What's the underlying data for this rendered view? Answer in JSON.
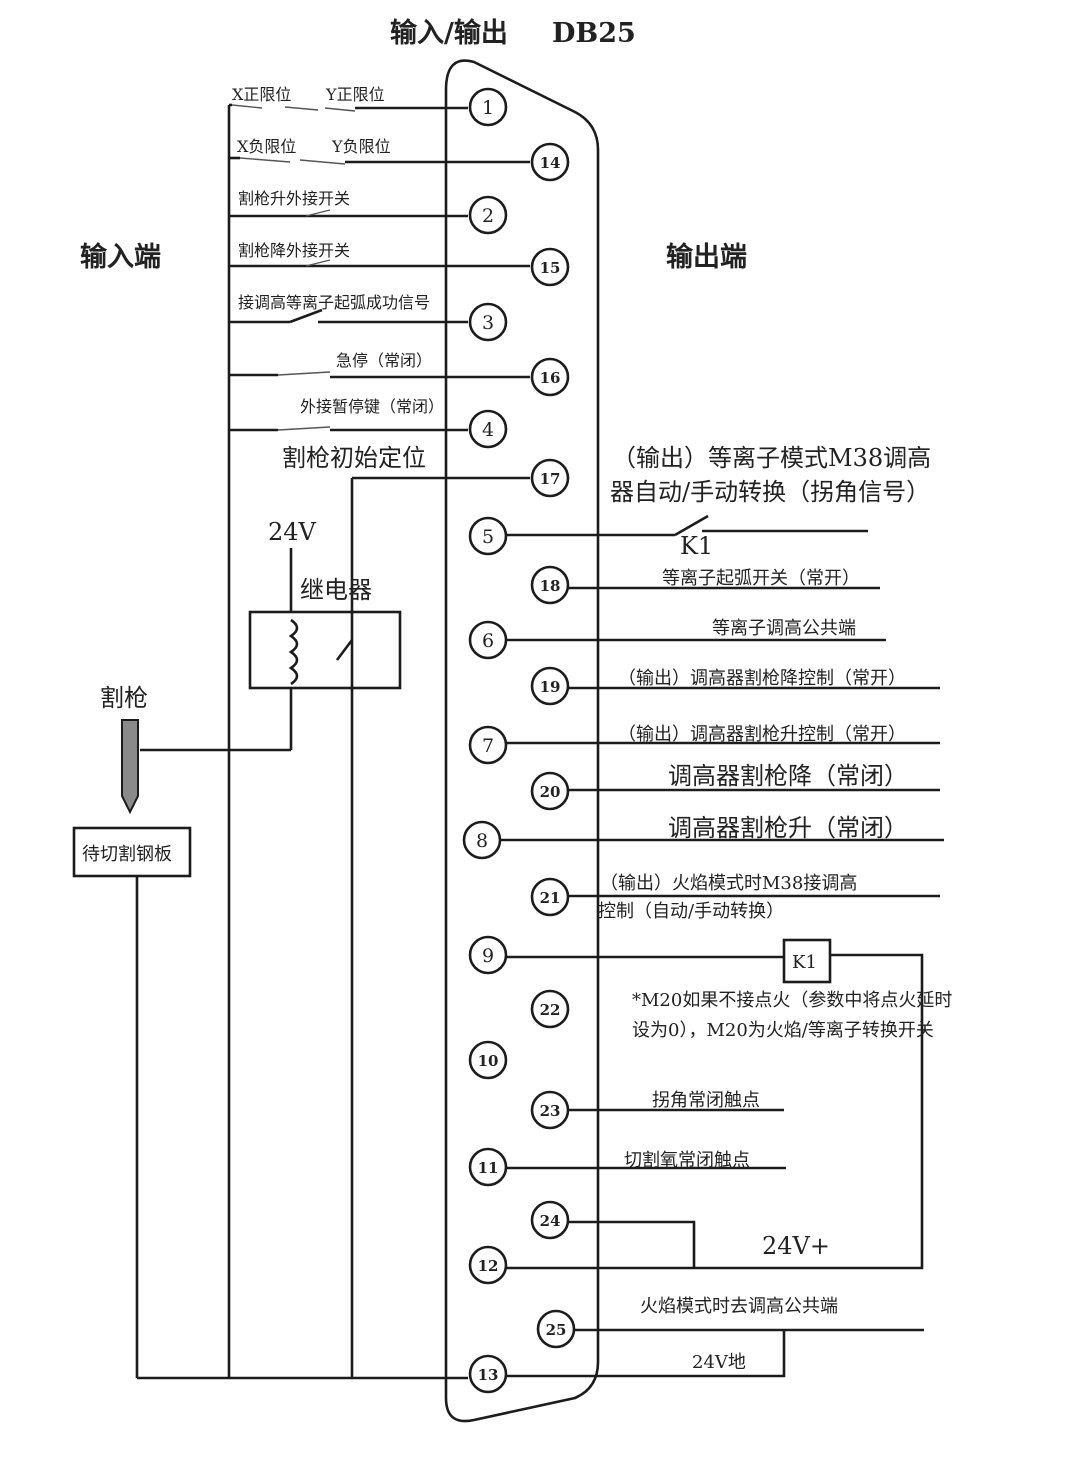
{
  "header": {
    "title": "输入/输出",
    "connector": "DB25"
  },
  "sides": {
    "input": "输入端",
    "output": "输出端"
  },
  "inputs": {
    "x_pos_limit": "X正限位",
    "y_pos_limit": "Y正限位",
    "x_neg_limit": "X负限位",
    "y_neg_limit": "Y负限位",
    "torch_up_switch": "割枪升外接开关",
    "torch_down_switch": "割枪降外接开关",
    "arc_ok_signal": "接调高等离子起弧成功信号",
    "estop": "急停（常闭）",
    "pause_key": "外接暂停键（常闭）",
    "torch_init": "割枪初始定位"
  },
  "relay": {
    "voltage": "24V",
    "label": "继电器"
  },
  "torch": {
    "label": "割枪",
    "plate": "待切割钢板"
  },
  "outputs": {
    "plasma_mode_line1": "（输出）等离子模式M38调高",
    "plasma_mode_line2": "器自动/手动转换（拐角信号）",
    "k1": "K1",
    "arc_start": "等离子起弧开关（常开）",
    "thc_common": "等离子调高公共端",
    "thc_down_out": "（输出）调高器割枪降控制（常开）",
    "thc_up_out": "（输出）调高器割枪升控制（常开）",
    "thc_down_nc": "调高器割枪降（常闭）",
    "thc_up_nc": "调高器割枪升（常闭）",
    "flame_mode_line1": "（输出）火焰模式时M38接调高",
    "flame_mode_line2": "控制（自动/手动转换）",
    "k1_box": "K1",
    "note_line1": "*M20如果不接点火（参数中将点火延时",
    "note_line2": "设为0），M20为火焰/等离子转换开关",
    "corner_nc": "拐角常闭触点",
    "oxygen_nc": "切割氧常闭触点",
    "v24_plus": "24V+",
    "flame_common": "火焰模式时去调高公共端",
    "v24_gnd": "24V地"
  },
  "pins": {
    "p1": "1",
    "p2": "2",
    "p3": "3",
    "p4": "4",
    "p5": "5",
    "p6": "6",
    "p7": "7",
    "p8": "8",
    "p9": "9",
    "p10": "10",
    "p11": "11",
    "p12": "12",
    "p13": "13",
    "p14": "14",
    "p15": "15",
    "p16": "16",
    "p17": "17",
    "p18": "18",
    "p19": "19",
    "p20": "20",
    "p21": "21",
    "p22": "22",
    "p23": "23",
    "p24": "24",
    "p25": "25"
  }
}
